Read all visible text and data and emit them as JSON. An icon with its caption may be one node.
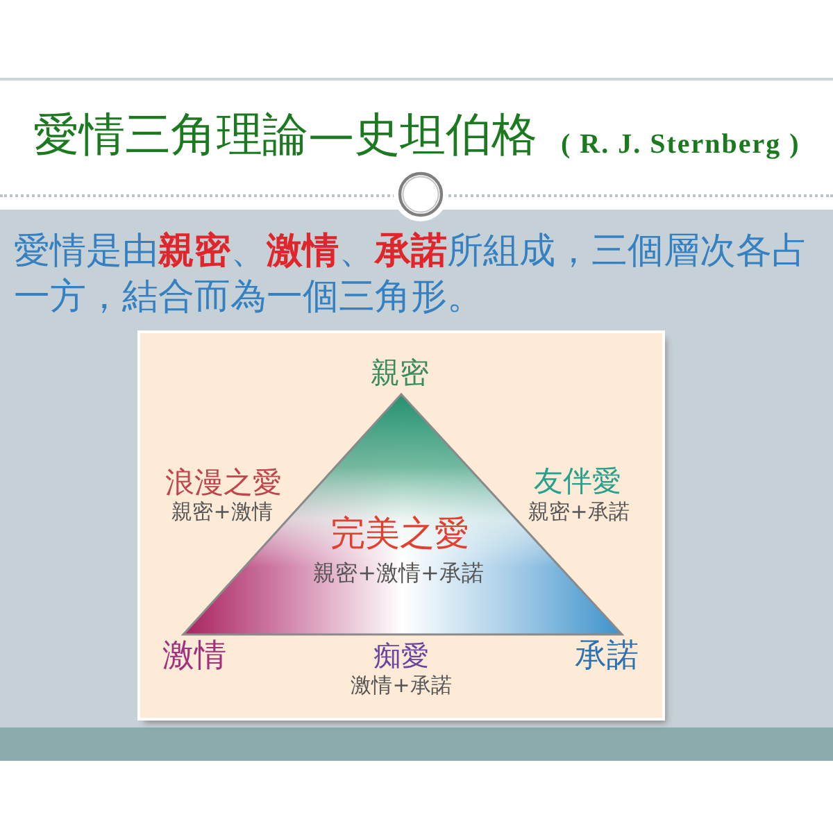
{
  "diagram": {
    "title": "愛情三角理論—史坦伯格",
    "nodes": [
      {
        "text": [
          "完美之愛",
          "親密+激情+承諾"
        ],
        "beside": [
          "親密",
          "浪漫之愛",
          "親密+激情",
          "友伴愛",
          "親密+承諾",
          "激情",
          "痴愛",
          "激情+承諾",
          "承諾"
        ]
      }
    ],
    "labels": [
      "( R. J. Sternberg )",
      "愛情是由**親密**、**激情**、**承諾**所組成，三個層次各占一方，結合而為一個三角形。"
    ]
  }
}
